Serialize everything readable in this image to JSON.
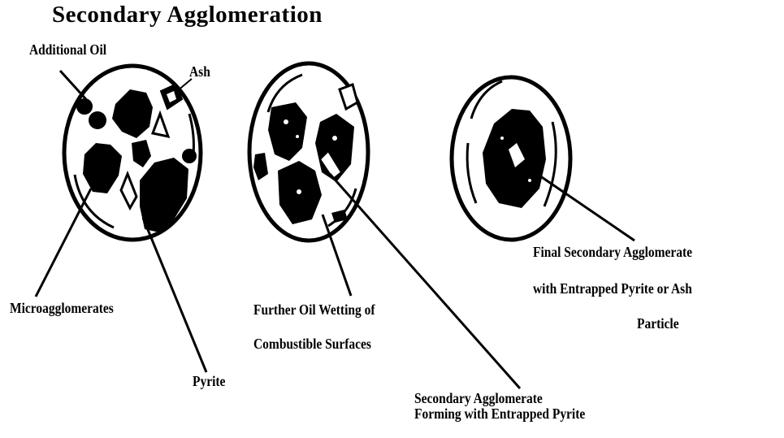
{
  "title": "Secondary Agglomeration",
  "labels": {
    "additional_oil": "Additional Oil",
    "ash": "Ash",
    "microagglomerates": "Microagglomerates",
    "pyrite": "Pyrite",
    "further_oil_line1": "Further Oil Wetting of",
    "further_oil_line2": "Combustible Surfaces",
    "secondary_forming_line1": "Secondary Agglomerate",
    "secondary_forming_line2": "Forming with Entrapped Pyrite",
    "final_line1": "Final Secondary Agglomerate",
    "final_line2": "with Entrapped Pyrite or Ash",
    "final_line3": "Particle"
  }
}
